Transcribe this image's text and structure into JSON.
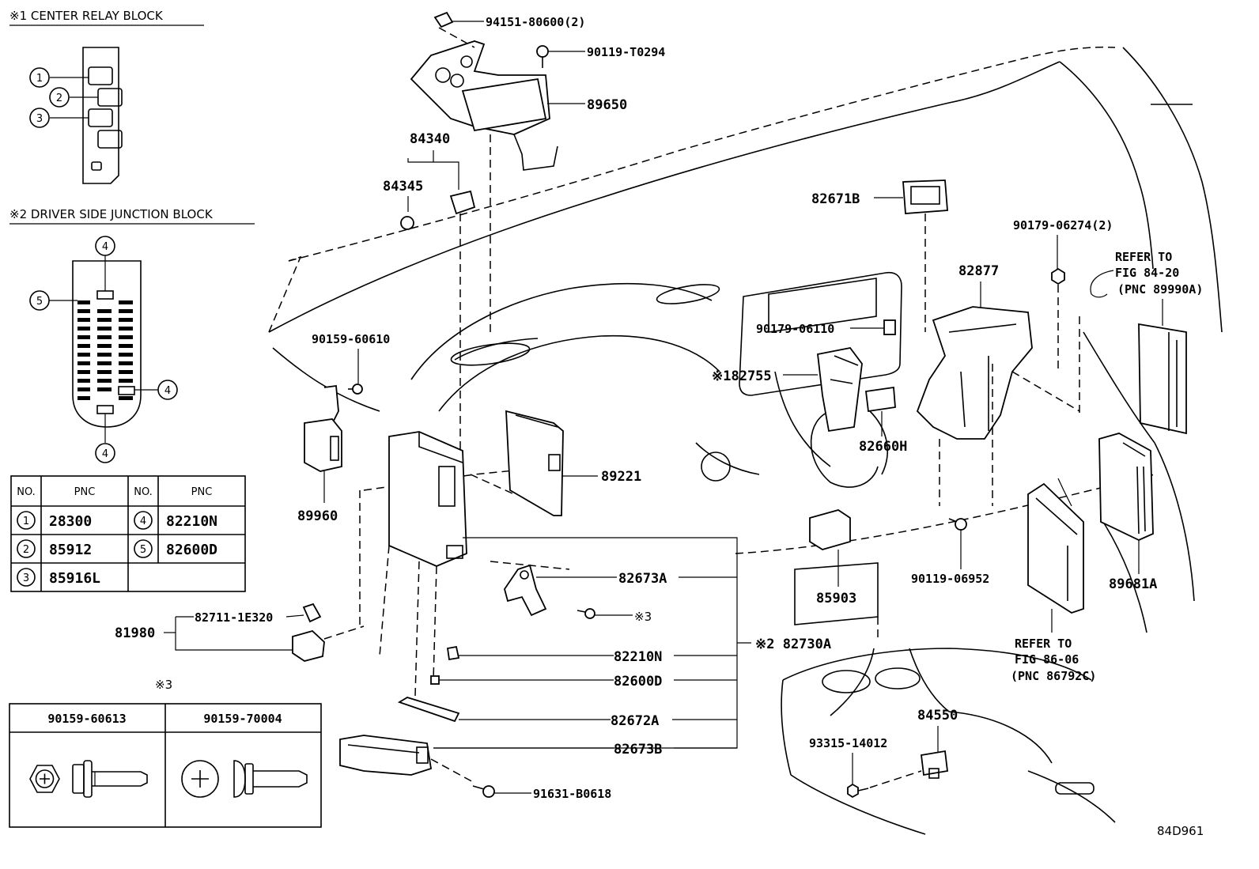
{
  "legend1": {
    "title": "※1 CENTER RELAY BLOCK"
  },
  "legend2": {
    "title": "※2 DRIVER SIDE JUNCTION BLOCK"
  },
  "markers": {
    "m1": "1",
    "m2": "2",
    "m3": "3",
    "m4": "4",
    "m5": "5"
  },
  "pnc_table": {
    "h_no": "NO.",
    "h_pnc": "PNC",
    "r1_no": "1",
    "r1_pnc": "28300",
    "r1_no2": "4",
    "r1_pnc2": "82210N",
    "r2_no": "2",
    "r2_pnc": "85912",
    "r2_no2": "5",
    "r2_pnc2": "82600D",
    "r3_no": "3",
    "r3_pnc": "85916L"
  },
  "bolt_table": {
    "mark": "※3",
    "col1": "90159-60613",
    "col2": "90159-70004"
  },
  "parts": {
    "p94151": "94151-80600(2)",
    "p90119t": "90119-T0294",
    "p89650": "89650",
    "p84340": "84340",
    "p84345": "84345",
    "p82671b": "82671B",
    "p90179_2": "90179-06274(2)",
    "p82877": "82877",
    "p90179": "90179-06110",
    "p82755": "※182755",
    "p90159": "90159-60610",
    "p89221": "89221",
    "p82660h": "82660H",
    "p89960": "89960",
    "p82673a": "82673A",
    "p3mark": "※3",
    "p82730a": "※2 82730A",
    "p82210n": "82210N",
    "p82600d": "82600D",
    "p82672a": "82672A",
    "p82673b": "82673B",
    "p91631": "91631-B0618",
    "p81980": "81980",
    "p82711": "82711-1E320",
    "p85903": "85903",
    "p90119": "90119-06952",
    "p89681a": "89681A",
    "p84550": "84550",
    "p93315": "93315-14012"
  },
  "refs": {
    "r1a": "REFER TO",
    "r1b": "FIG 84-20",
    "r1c": "(PNC 89990A)",
    "r2a": "REFER TO",
    "r2b": "FIG 86-06",
    "r2c": "(PNC 86792C)"
  },
  "figure_id": "84D961"
}
